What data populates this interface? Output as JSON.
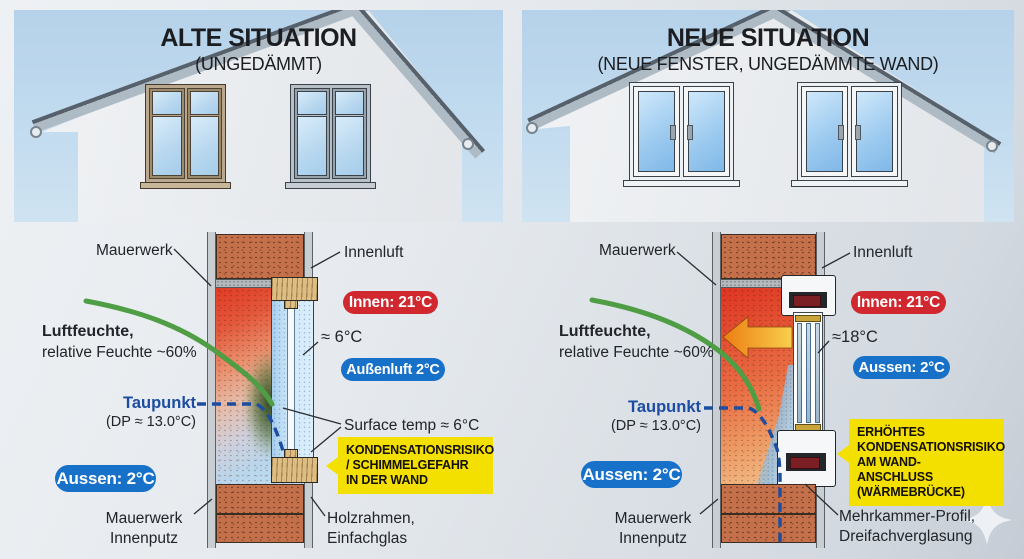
{
  "panels": {
    "old": {
      "title": "ALTE SITUATION",
      "subtitle": "(UNGEDÄMMT)",
      "mauerwerk": "Mauerwerk",
      "innenluft": "Innenluft",
      "innen_pill": "Innen: 21°C",
      "glass_temp": "≈ 6°C",
      "outdoor_pill": "Außenluft 2°C",
      "humidity_1": "Luftfeuchte,",
      "humidity_2": "relative Feuchte ~60%",
      "taupunkt": "Taupunkt",
      "dew_point": "(DP ≈ 13.0°C)",
      "aussen_pill": "Aussen: 2°C",
      "surface_temp": "Surface temp ≈ 6°C",
      "warning": [
        "KONDENSATIONSRISIKO",
        "/ SCHIMMELGEFAHR",
        "IN DER WAND"
      ],
      "wall_label_1": "Mauerwerk",
      "wall_label_2": "Innenputz",
      "window_label_1": "Holzrahmen,",
      "window_label_2": "Einfachglas"
    },
    "new": {
      "title": "NEUE SITUATION",
      "subtitle": "(NEUE FENSTER, UNGEDÄMMTE WAND)",
      "mauerwerk": "Mauerwerk",
      "innenluft": "Innenluft",
      "innen_pill": "Innen: 21°C",
      "glass_temp": "≈18°C",
      "outdoor_pill": "Aussen: 2°C",
      "humidity_1": "Luftfeuchte,",
      "humidity_2": "relative Feuchte ~60%",
      "taupunkt": "Taupunkt",
      "dew_point": "(DP ≈ 13.0°C)",
      "aussen_pill": "Aussen: 2°C",
      "warning": [
        "ERHÖHTES",
        "KONDENSATIONSRISIKO",
        "AM WAND-ANSCHLUSS",
        "(WÄRMEBRÜCKE)"
      ],
      "wall_label_1": "Mauerwerk",
      "wall_label_2": "Innenputz",
      "window_label_1": "Mehrkammer-Profil,",
      "window_label_2": "Dreifachverglasung"
    }
  },
  "icons": {
    "sparkle": "four-point-star"
  },
  "colors": {
    "innen_pill": "#d0282e",
    "aussen_pill": "#1871c9",
    "warning_bg": "#f4e000",
    "taupunkt_line": "#1c4da1",
    "humidity_curve": "#4f9d45",
    "brick": "#c4714b",
    "heat_arrow": "#ee8a1a",
    "sky": "#bcd6ec"
  }
}
